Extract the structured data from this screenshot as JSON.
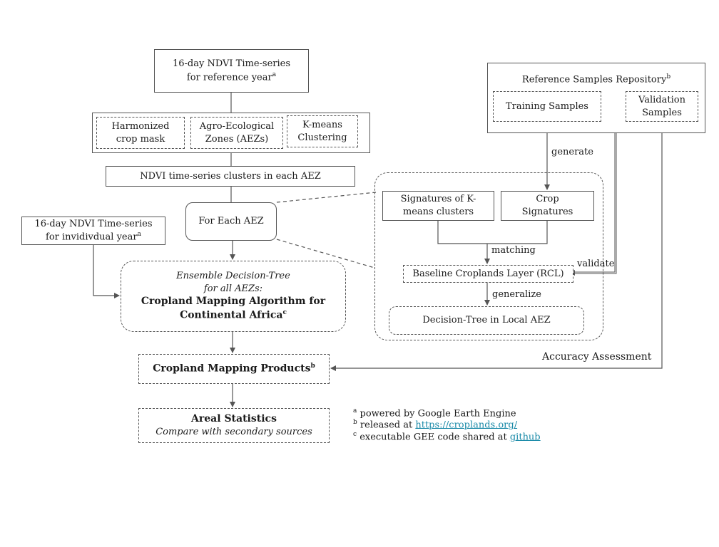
{
  "nodes": {
    "ndvi_ref": {
      "text": "16-day NDVI Time-series for reference year",
      "sup": "a"
    },
    "harmonized": "Harmonized crop mask",
    "aez": "Agro-Ecological Zones (AEZs)",
    "kmeans": "K-means Clustering",
    "clusters": "NDVI time-series clusters in each AEZ",
    "for_each": "For Each AEZ",
    "ndvi_indiv": {
      "text": "16-day NDVI Time-series for invidivdual year",
      "sup": "a"
    },
    "ensemble": {
      "line1": "Ensemble Decision-Tree",
      "line2": "for all AEZs:",
      "line3": "Cropland Mapping Algorithm for",
      "line4": "Continental Africa",
      "sup": "c"
    },
    "products": {
      "text": "Cropland Mapping Products",
      "sup": "b"
    },
    "areal": {
      "title": "Areal Statistics",
      "subtitle": "Compare with secondary sources"
    },
    "repo": {
      "title": "Reference Samples Repository",
      "sup": "b"
    },
    "training": "Training Samples",
    "validation": "Validation Samples",
    "sig_kmeans": "Signatures of K-means clusters",
    "crop_sig": "Crop Signatures",
    "baseline": "Baseline Croplands Layer (RCL)",
    "dt_local": "Decision-Tree in Local AEZ"
  },
  "edge_labels": {
    "generate": "generate",
    "matching": "matching",
    "validate": "validate",
    "generalize": "generalize",
    "accuracy": "Accuracy Assessment"
  },
  "footnotes": [
    {
      "sup": "a",
      "text": "powered by Google Earth Engine",
      "link": ""
    },
    {
      "sup": "b",
      "text": "released at ",
      "link": "https://croplands.org/"
    },
    {
      "sup": "c",
      "text": "executable GEE code shared at ",
      "link": "github"
    }
  ],
  "colors": {
    "line": "#555555",
    "link": "#1a8aa8"
  }
}
